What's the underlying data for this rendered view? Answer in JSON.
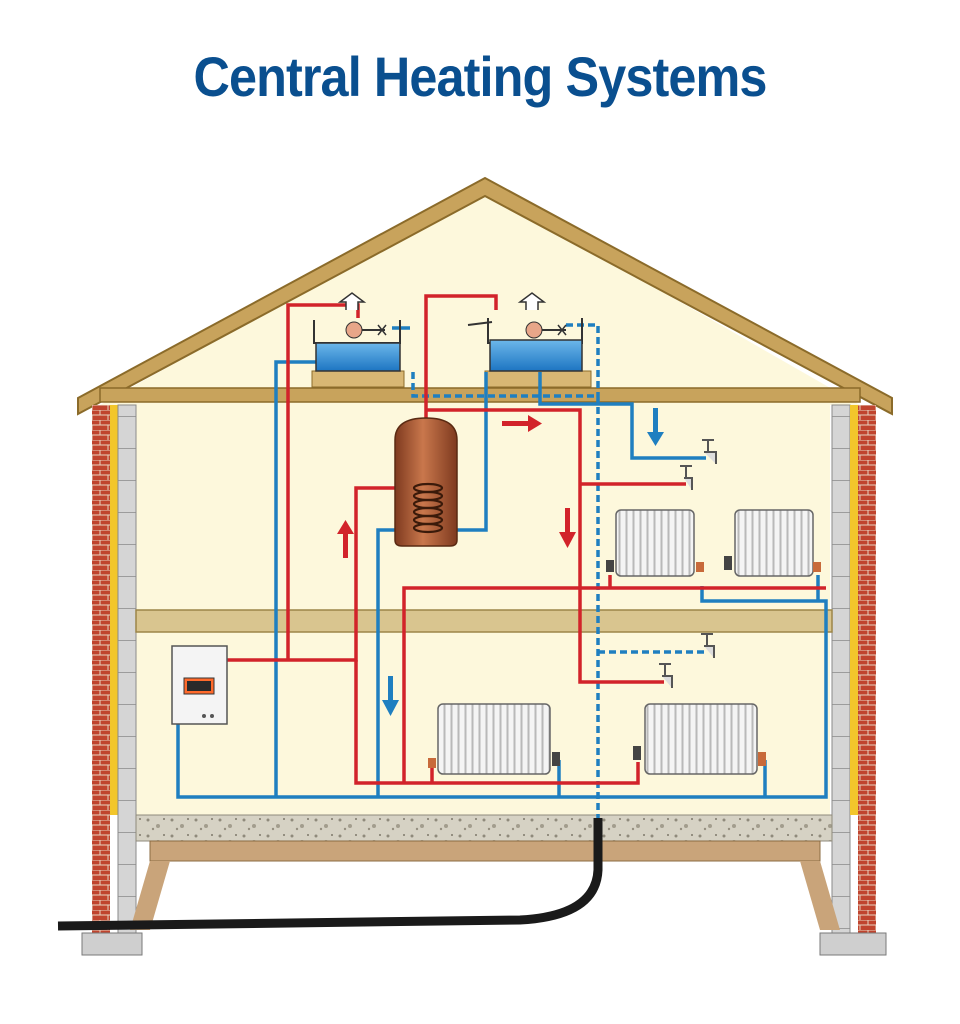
{
  "title": "Central Heating Systems",
  "colors": {
    "title": "#0a4f8f",
    "hot_pipe": "#d2232a",
    "cold_pipe": "#1f7fc0",
    "wall_fill": "#fdf8dc",
    "roof": "#c8a35c",
    "brick": "#c0442e",
    "insulation": "#f2c62b",
    "floor_beam": "#d9c58f",
    "water": "#2f8fd8",
    "cylinder": "#b0603a",
    "radiator": "#f2f2f2",
    "underground_pipe": "#1a1a1a"
  },
  "components": {
    "boiler": "wall-mounted-boiler",
    "cylinder": "hot-water-cylinder-with-coil",
    "tanks": [
      "feed-and-expansion-tank",
      "cold-water-storage-tank"
    ],
    "radiators": [
      "upstairs-radiator-1",
      "upstairs-radiator-2",
      "downstairs-radiator-1",
      "downstairs-radiator-2"
    ],
    "taps": [
      "upstairs-cold-tap",
      "upstairs-hot-tap",
      "downstairs-cold-tap",
      "downstairs-hot-tap"
    ],
    "flow_arrows": [
      "down",
      "right",
      "up",
      "down",
      "down"
    ]
  }
}
